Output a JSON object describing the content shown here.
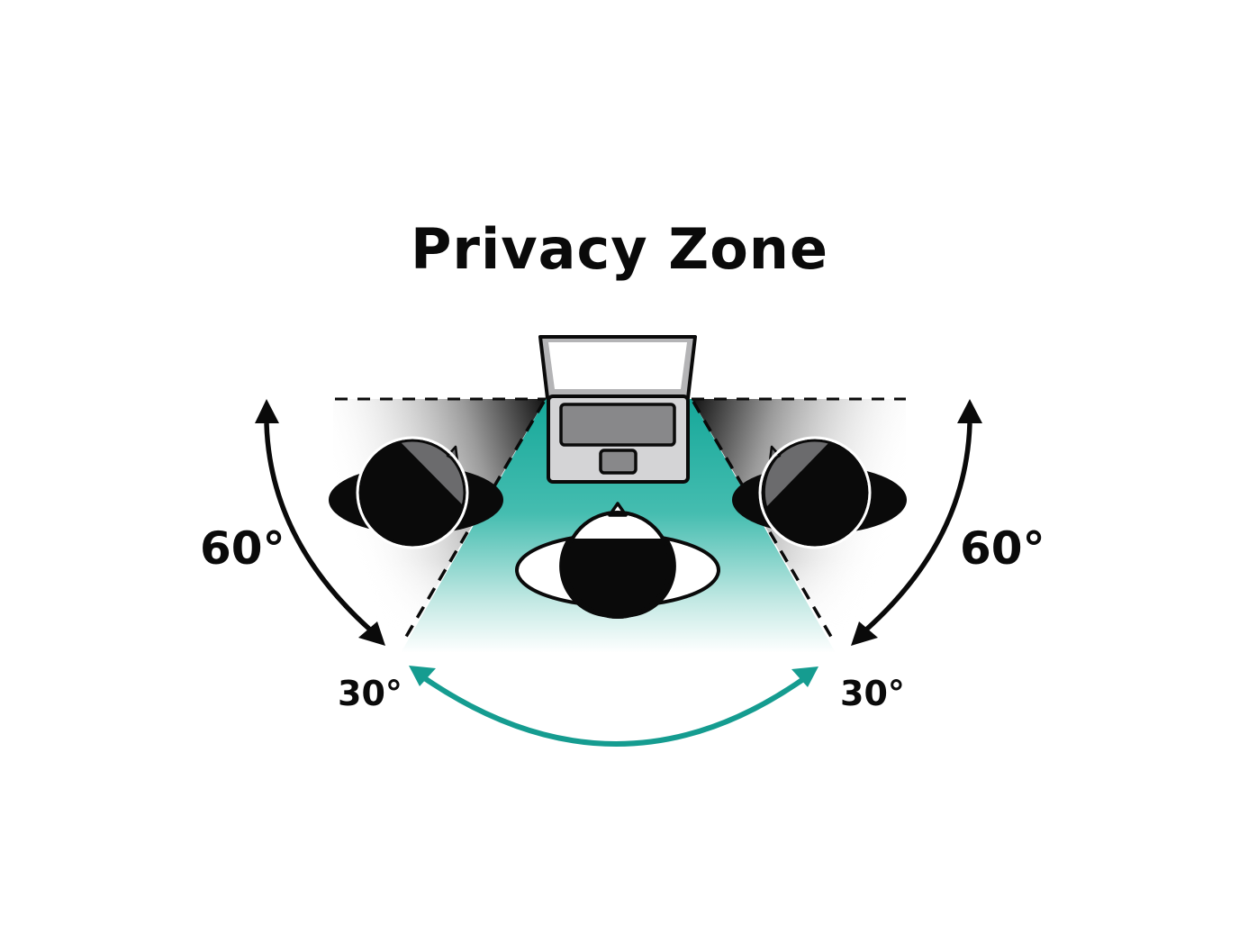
{
  "title": "Privacy Zone",
  "labels": {
    "left_outer_angle": "60°",
    "right_outer_angle": "60°",
    "left_inner_angle": "30°",
    "right_inner_angle": "30°"
  },
  "colors": {
    "privacy_zone": "#1aa89a",
    "privacy_arrow": "#159c90",
    "outline": "#0a0a0a",
    "laptop_body": "#d4d4d6",
    "laptop_screen_frame": "#b3b3b5",
    "keyboard": "#88888a",
    "shade_dark": "#1a1a1a"
  },
  "elements": {
    "laptop": "laptop-icon",
    "center_viewer": "person-top-view-icon",
    "left_viewer": "person-top-view-icon",
    "right_viewer": "person-top-view-icon"
  }
}
